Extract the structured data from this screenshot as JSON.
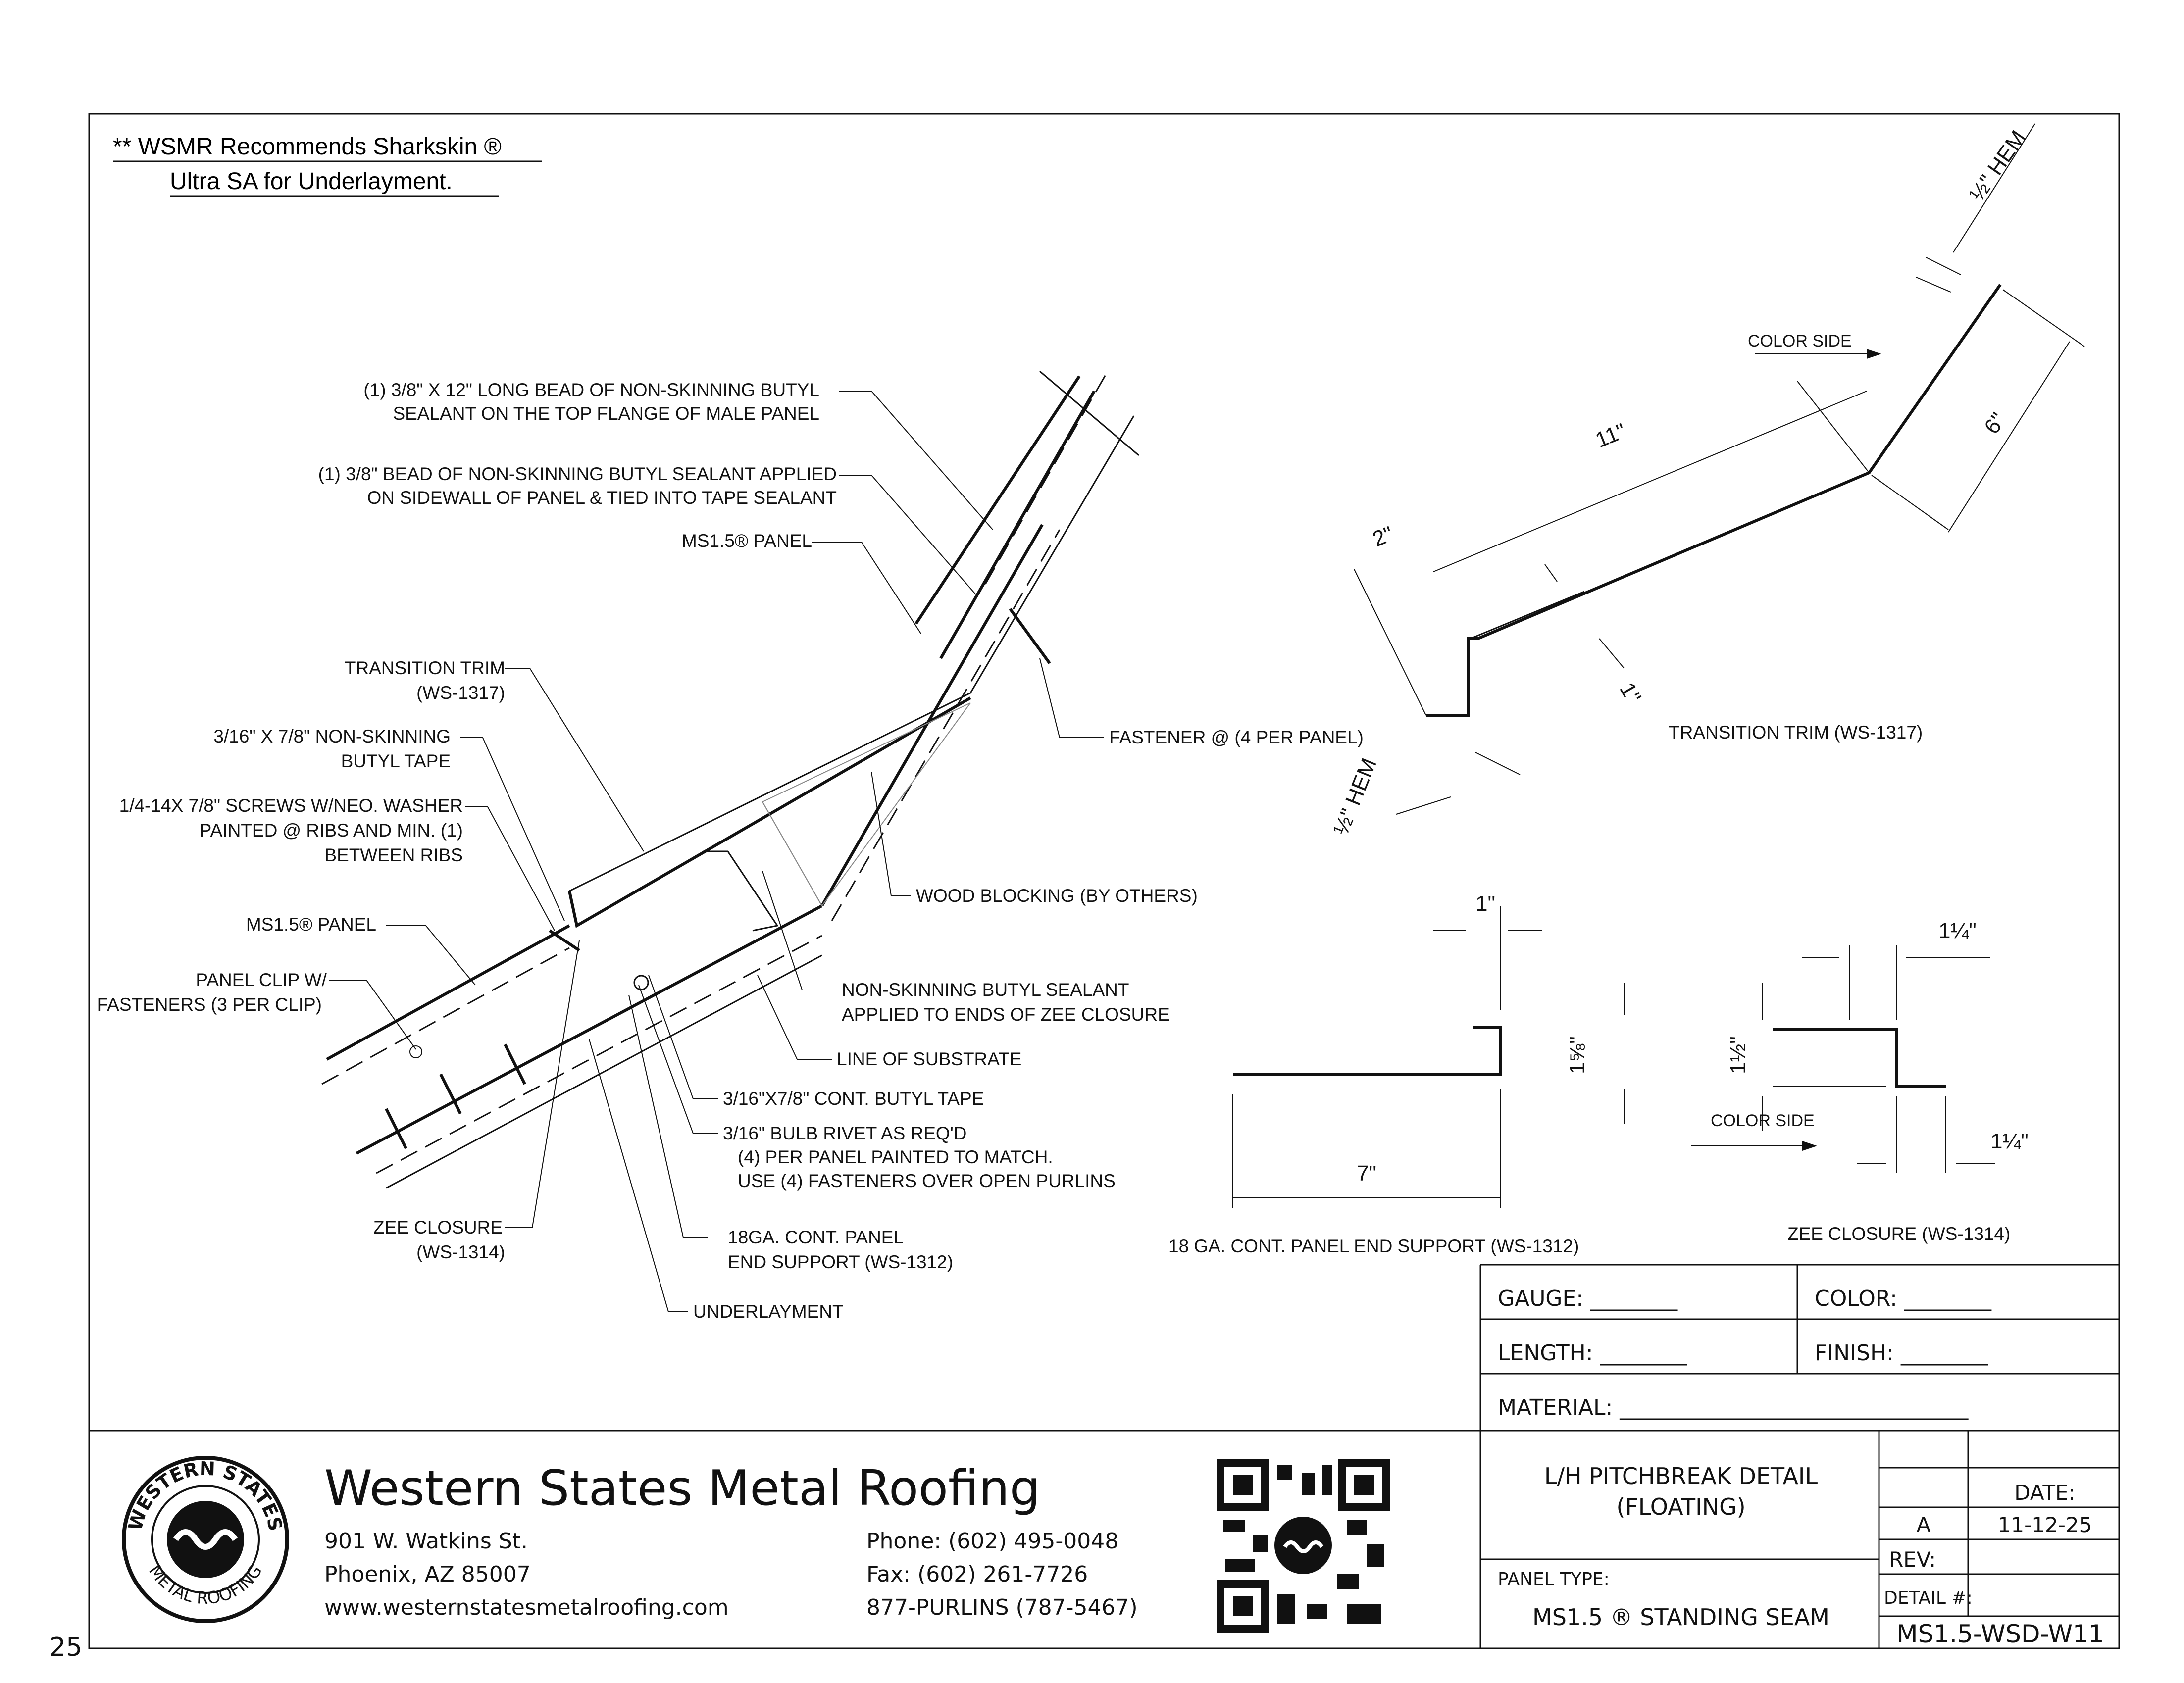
{
  "page_number": "25",
  "recommendation": {
    "line1": "** WSMR Recommends Sharkskin ®",
    "line2": "Ultra SA for Underlayment."
  },
  "callouts": {
    "butyl_bead_12": [
      "(1) 3/8\" X 12\" LONG BEAD OF NON-SKINNING BUTYL",
      "SEALANT ON THE TOP FLANGE OF MALE PANEL"
    ],
    "butyl_bead_sidewall": [
      "(1) 3/8\" BEAD OF NON-SKINNING BUTYL SEALANT APPLIED",
      "ON SIDEWALL OF PANEL & TIED INTO TAPE SEALANT"
    ],
    "panel_upper": "MS1.5® PANEL",
    "transition_trim": [
      "TRANSITION TRIM",
      "(WS-1317)"
    ],
    "butyl_tape": [
      "3/16\" X 7/8\" NON-SKINNING",
      "BUTYL TAPE"
    ],
    "screws": [
      "1/4-14X 7/8\" SCREWS W/NEO. WASHER",
      "PAINTED @ RIBS AND MIN. (1)",
      "BETWEEN RIBS"
    ],
    "panel_lower": "MS1.5® PANEL",
    "panel_clip": [
      "PANEL CLIP W/",
      "FASTENERS (3 PER CLIP)"
    ],
    "zee_closure": [
      "ZEE CLOSURE",
      "(WS-1314)"
    ],
    "fastener": "FASTENER @ (4 PER PANEL)",
    "wood_blocking": "WOOD BLOCKING (BY OTHERS)",
    "butyl_sealant_ends": [
      "NON-SKINNING BUTYL SEALANT",
      "APPLIED TO ENDS OF ZEE CLOSURE"
    ],
    "substrate": "LINE OF SUBSTRATE",
    "cont_butyl": "3/16\"X7/8\" CONT. BUTYL TAPE",
    "rivet": [
      "3/16\" BULB RIVET AS REQ'D",
      "(4) PER PANEL PAINTED TO MATCH.",
      "USE (4) FASTENERS OVER OPEN PURLINS"
    ],
    "end_support": [
      "18GA. CONT. PANEL",
      "END SUPPORT (WS-1312)"
    ],
    "underlayment": "UNDERLAYMENT"
  },
  "transition_trim_detail": {
    "title": "TRANSITION TRIM (WS-1317)",
    "color_side": "COLOR SIDE",
    "dim_hem_top": "½\" HEM",
    "dim_6": "6\"",
    "dim_11": "11\"",
    "dim_2": "2\"",
    "dim_1": "1\"",
    "dim_hem_bottom": "½\" HEM"
  },
  "end_support_detail": {
    "title": "18 GA. CONT. PANEL END SUPPORT (WS-1312)",
    "dim_top": "1\"",
    "dim_height": "1⅝\"",
    "dim_length": "7\""
  },
  "zee_detail": {
    "title": "ZEE CLOSURE (WS-1314)",
    "color_side": "COLOR SIDE",
    "dim_top": "1¼\"",
    "dim_height": "1½\"",
    "dim_bottom": "1¼\""
  },
  "spec_box": {
    "gauge": "GAUGE: ________",
    "color": "COLOR: ________",
    "length": "LENGTH: ________",
    "finish": "FINISH: ________",
    "material": "MATERIAL: ________________________________"
  },
  "company": {
    "name": "Western States Metal Roofing",
    "address1": "901 W. Watkins St.",
    "address2": "Phoenix, AZ 85007",
    "website": "www.westernstatesmetalroofing.com",
    "phone": "Phone: (602) 495-0048",
    "fax": "Fax: (602) 261-7726",
    "purlins": "877-PURLINS (787-5467)",
    "logo_top": "WESTERN STATES",
    "logo_bottom": "METAL ROOFING"
  },
  "title_block": {
    "title1": "L/H PITCHBREAK DETAIL",
    "title2": "(FLOATING)",
    "panel_type_label": "PANEL TYPE:",
    "panel_type": "MS1.5 ® STANDING SEAM",
    "date_label": "DATE:",
    "rev_letter": "A",
    "date": "11-12-25",
    "rev_label": "REV:",
    "detail_label": "DETAIL #:",
    "detail_number": "MS1.5-WSD-W11"
  }
}
